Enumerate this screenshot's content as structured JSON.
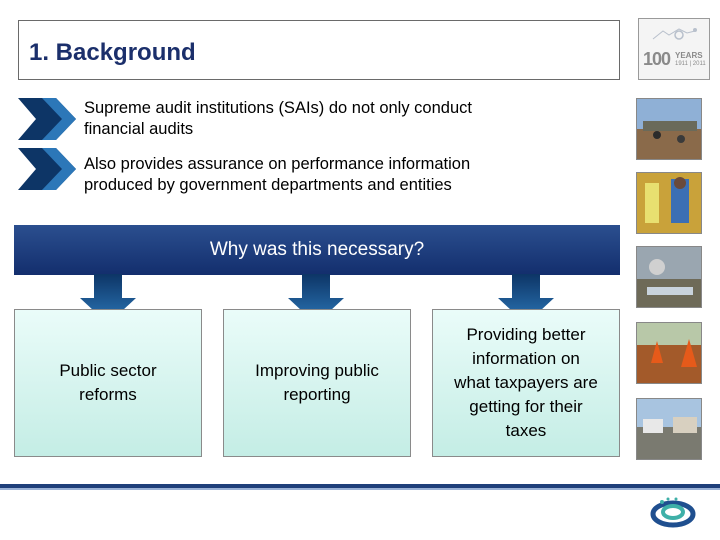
{
  "title": "1. Background",
  "logo": {
    "number": "100",
    "years": "YEARS",
    "span": "1911 | 2011"
  },
  "bullets": [
    {
      "line1": "Supreme audit institutions (SAIs) do not only conduct",
      "line2": "financial audits"
    },
    {
      "line1": "Also provides assurance on performance information",
      "line2": "produced by government departments and entities"
    }
  ],
  "banner": "Why was this necessary?",
  "boxes": [
    {
      "line1": "Public sector",
      "line2": "reforms"
    },
    {
      "line1": "Improving public",
      "line2": "reporting"
    },
    {
      "line1": "Providing better",
      "line2": "information on",
      "line3": "what taxpayers are",
      "line4": "getting for their",
      "line5": "taxes"
    }
  ],
  "colors": {
    "title": "#1b2f6b",
    "banner": "#1a3a7a",
    "arrow_dark": "#0d3566",
    "arrow_light": "#2c77b8",
    "box_top": "#eafcf9",
    "box_bottom": "#c4ede5"
  },
  "photos": [
    "road-workers-photo",
    "water-supply-photo",
    "pipe-workers-photo",
    "road-cones-photo",
    "township-photo"
  ]
}
